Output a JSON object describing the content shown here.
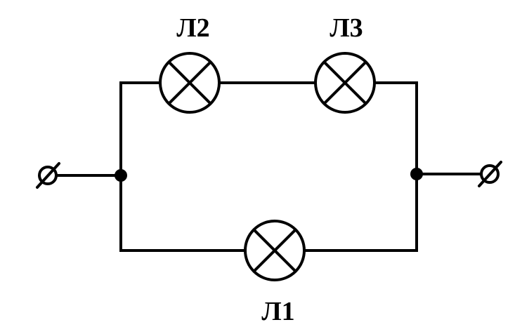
{
  "diagram": {
    "lamps": [
      {
        "id": "l1",
        "label": "Л1"
      },
      {
        "id": "l2",
        "label": "Л2"
      },
      {
        "id": "l3",
        "label": "Л3"
      }
    ]
  }
}
